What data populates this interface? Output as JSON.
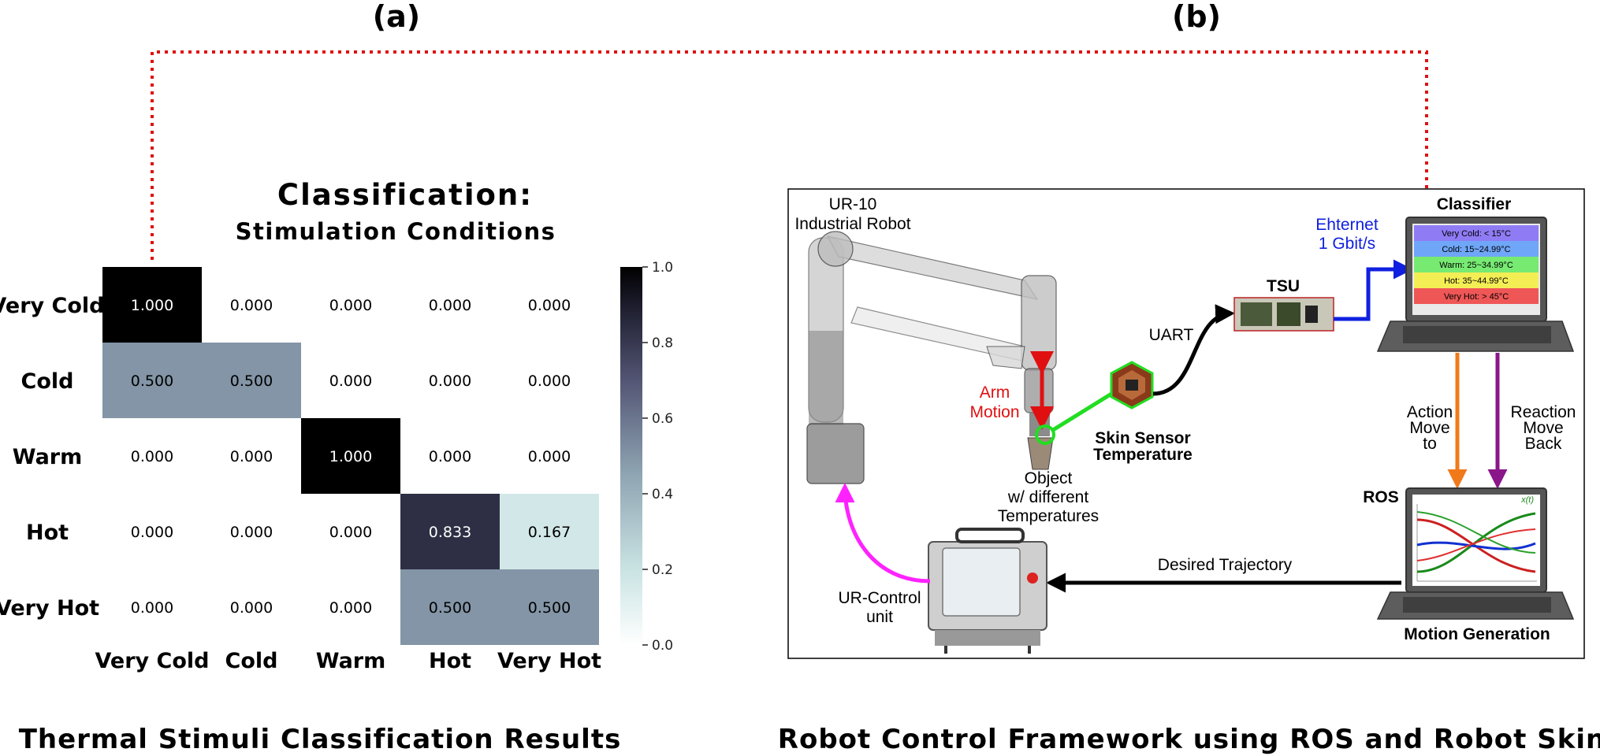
{
  "panel_a": {
    "label": "(a)",
    "title_line1": "Classification:",
    "title_line2": "Stimulation Conditions",
    "caption": "Thermal Stimuli Classification Results"
  },
  "panel_b": {
    "label": "(b)",
    "caption": "Robot Control Framework using ROS and Robot Skin"
  },
  "chart_data": {
    "type": "heatmap",
    "rows": [
      "Very Cold",
      "Cold",
      "Warm",
      "Hot",
      "Very Hot"
    ],
    "columns": [
      "Very Cold",
      "Cold",
      "Warm",
      "Hot",
      "Very Hot"
    ],
    "values": [
      [
        1.0,
        0.0,
        0.0,
        0.0,
        0.0
      ],
      [
        0.5,
        0.5,
        0.0,
        0.0,
        0.0
      ],
      [
        0.0,
        0.0,
        1.0,
        0.0,
        0.0
      ],
      [
        0.0,
        0.0,
        0.0,
        0.833,
        0.167
      ],
      [
        0.0,
        0.0,
        0.0,
        0.5,
        0.5
      ]
    ],
    "value_labels": [
      [
        "1.000",
        "0.000",
        "0.000",
        "0.000",
        "0.000"
      ],
      [
        "0.500",
        "0.500",
        "0.000",
        "0.000",
        "0.000"
      ],
      [
        "0.000",
        "0.000",
        "1.000",
        "0.000",
        "0.000"
      ],
      [
        "0.000",
        "0.000",
        "0.000",
        "0.833",
        "0.167"
      ],
      [
        "0.000",
        "0.000",
        "0.000",
        "0.500",
        "0.500"
      ]
    ],
    "colorbar": {
      "range": [
        0.0,
        1.0
      ],
      "ticks": [
        "0.0",
        "0.2",
        "0.4",
        "0.6",
        "0.8",
        "1.0"
      ],
      "colormap": "bone_r"
    }
  },
  "diagram": {
    "robot_label_1": "UR-10",
    "robot_label_2": "Industrial Robot",
    "arm_motion_1": "Arm",
    "arm_motion_2": "Motion",
    "skin_sensor_1": "Skin Sensor",
    "skin_sensor_2": "Temperature",
    "object_1": "Object",
    "object_2": "w/ different",
    "object_3": "Temperatures",
    "uart": "UART",
    "tsu": "TSU",
    "ethernet_1": "Ehternet",
    "ethernet_2": "1 Gbit/s",
    "classifier": "Classifier",
    "classifier_rows": [
      {
        "text": "Very Cold: < 15°C",
        "color": "#8f7cf5"
      },
      {
        "text": "Cold: 15~24.99°C",
        "color": "#6fa6f7"
      },
      {
        "text": "Warm: 25~34.99°C",
        "color": "#77ea72"
      },
      {
        "text": "Hot: 35~44.99°C",
        "color": "#f4ee55"
      },
      {
        "text": "Very Hot: > 45°C",
        "color": "#ef5757"
      }
    ],
    "action_1": "Action",
    "action_2": "Move",
    "action_3": "to",
    "reaction_1": "Reaction",
    "reaction_2": "Move",
    "reaction_3": "Back",
    "ros": "ROS",
    "ros_plot_label": "x(t)",
    "motion_generation": "Motion Generation",
    "desired_trajectory": "Desired Trajectory",
    "control_1": "UR-Control",
    "control_2": "unit",
    "colors": {
      "dotted_link": "#e01010",
      "arm_motion": "#e01010",
      "skin_link": "#22dd22",
      "ethernet": "#1020e0",
      "action": "#f07a1a",
      "reaction": "#8a168a",
      "control_cable": "#ff22ff"
    }
  }
}
